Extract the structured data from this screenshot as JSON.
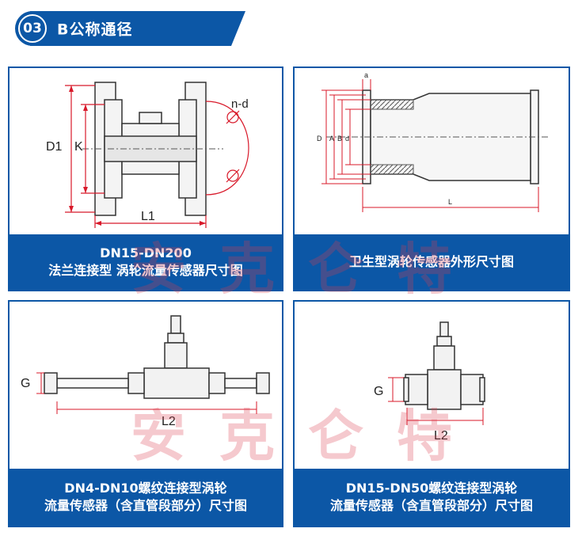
{
  "header": {
    "number": "03",
    "title": "B公称通径"
  },
  "panels": [
    {
      "id": "flange",
      "caption_lines": [
        "DN15-DN200",
        "法兰连接型 涡轮流量传感器尺寸图"
      ],
      "labels": {
        "d1": "D1",
        "k": "K",
        "l1": "L1",
        "nd": "n-d"
      }
    },
    {
      "id": "sanitary",
      "caption_lines": [
        "卫生型涡轮传感器外形尺寸图"
      ],
      "labels": {
        "a": "a",
        "d": "D",
        "a_dim": "A",
        "b": "B",
        "d_small": "d",
        "l": "L"
      }
    },
    {
      "id": "thread_small",
      "caption_lines": [
        "DN4-DN10螺纹连接型涡轮",
        "流量传感器（含直管段部分）尺寸图"
      ],
      "labels": {
        "g": "G",
        "l2": "L2"
      }
    },
    {
      "id": "thread_large",
      "caption_lines": [
        "DN15-DN50螺纹连接型涡轮",
        "流量传感器（含直管段部分）尺寸图"
      ],
      "labels": {
        "g": "G",
        "l2": "L2"
      }
    }
  ],
  "watermark": "安克仑特",
  "colors": {
    "accent": "#0c57a6",
    "dimension": "#d8192a",
    "watermark": "#dc3c50"
  }
}
